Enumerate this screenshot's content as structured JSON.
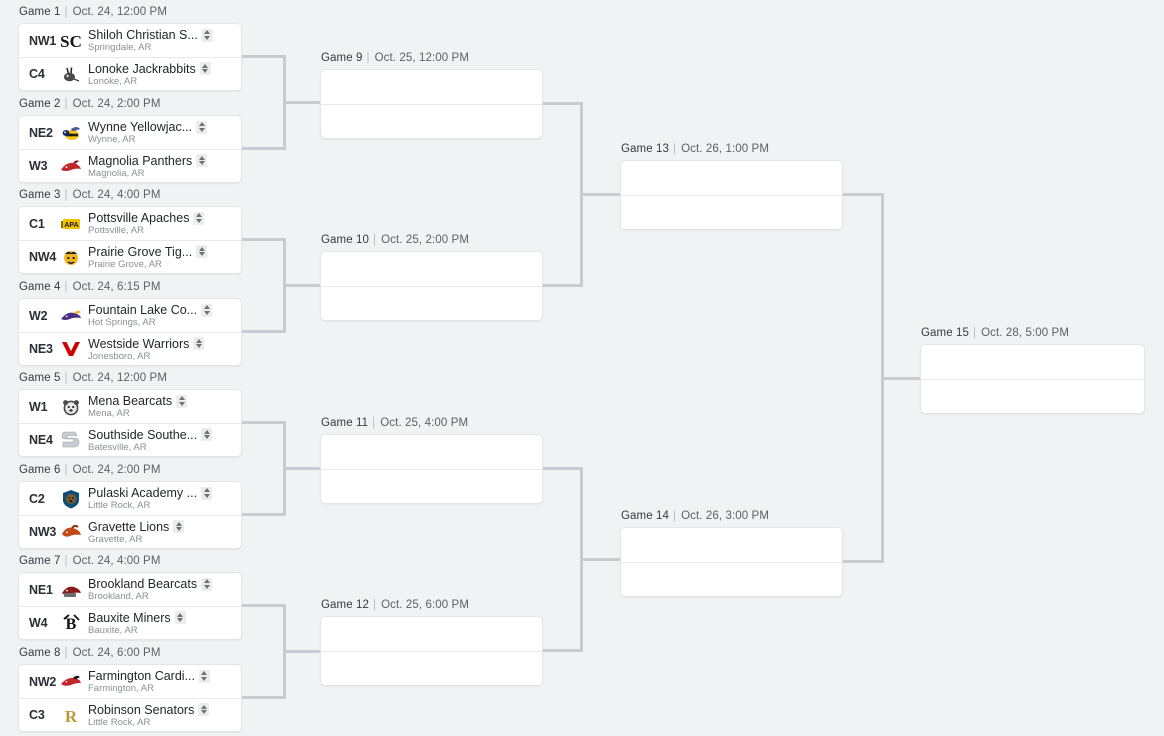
{
  "theme": {
    "page_background": "#f1f2f4",
    "card_background": "#ffffff",
    "card_border": "#e3e5e8",
    "connector_color": "#c8cbcf",
    "text_primary": "#1f2428",
    "text_muted": "#8b9095"
  },
  "icons": {
    "sort_arrows": "sort-updown-icon"
  },
  "rounds": [
    {
      "name": "round-1",
      "games": [
        {
          "id": "game-1",
          "label": "Game 1",
          "separator": "|",
          "datetime": "Oct. 24, 12:00 PM",
          "teams": [
            {
              "seed": "NW1",
              "name": "Shiloh Christian S...",
              "location": "Springdale, AR",
              "logo": "shiloh-christian-saints-logo"
            },
            {
              "seed": "C4",
              "name": "Lonoke Jackrabbits",
              "location": "Lonoke, AR",
              "logo": "lonoke-jackrabbits-logo"
            }
          ]
        },
        {
          "id": "game-2",
          "label": "Game 2",
          "separator": "|",
          "datetime": "Oct. 24, 2:00 PM",
          "teams": [
            {
              "seed": "NE2",
              "name": "Wynne Yellowjac...",
              "location": "Wynne, AR",
              "logo": "wynne-yellowjackets-logo"
            },
            {
              "seed": "W3",
              "name": "Magnolia Panthers",
              "location": "Magnolia, AR",
              "logo": "magnolia-panthers-logo"
            }
          ]
        },
        {
          "id": "game-3",
          "label": "Game 3",
          "separator": "|",
          "datetime": "Oct. 24, 4:00 PM",
          "teams": [
            {
              "seed": "C1",
              "name": "Pottsville Apaches",
              "location": "Pottsville, AR",
              "logo": "pottsville-apaches-logo"
            },
            {
              "seed": "NW4",
              "name": "Prairie Grove Tig...",
              "location": "Prairie Grove, AR",
              "logo": "prairie-grove-tigers-logo"
            }
          ]
        },
        {
          "id": "game-4",
          "label": "Game 4",
          "separator": "|",
          "datetime": "Oct. 24, 6:15 PM",
          "teams": [
            {
              "seed": "W2",
              "name": "Fountain Lake Co...",
              "location": "Hot Springs, AR",
              "logo": "fountain-lake-cobras-logo"
            },
            {
              "seed": "NE3",
              "name": "Westside Warriors",
              "location": "Jonesboro, AR",
              "logo": "westside-warriors-logo"
            }
          ]
        },
        {
          "id": "game-5",
          "label": "Game 5",
          "separator": "|",
          "datetime": "Oct. 24, 12:00 PM",
          "teams": [
            {
              "seed": "W1",
              "name": "Mena Bearcats",
              "location": "Mena, AR",
              "logo": "mena-bearcats-logo"
            },
            {
              "seed": "NE4",
              "name": "Southside Southe...",
              "location": "Batesville, AR",
              "logo": "southside-southerners-logo"
            }
          ]
        },
        {
          "id": "game-6",
          "label": "Game 6",
          "separator": "|",
          "datetime": "Oct. 24, 2:00 PM",
          "teams": [
            {
              "seed": "C2",
              "name": "Pulaski Academy ...",
              "location": "Little Rock, AR",
              "logo": "pulaski-academy-bruins-logo"
            },
            {
              "seed": "NW3",
              "name": "Gravette Lions",
              "location": "Gravette, AR",
              "logo": "gravette-lions-logo"
            }
          ]
        },
        {
          "id": "game-7",
          "label": "Game 7",
          "separator": "|",
          "datetime": "Oct. 24, 4:00 PM",
          "teams": [
            {
              "seed": "NE1",
              "name": "Brookland Bearcats",
              "location": "Brookland, AR",
              "logo": "brookland-bearcats-logo"
            },
            {
              "seed": "W4",
              "name": "Bauxite Miners",
              "location": "Bauxite, AR",
              "logo": "bauxite-miners-logo"
            }
          ]
        },
        {
          "id": "game-8",
          "label": "Game 8",
          "separator": "|",
          "datetime": "Oct. 24, 6:00 PM",
          "teams": [
            {
              "seed": "NW2",
              "name": "Farmington Cardi...",
              "location": "Farmington, AR",
              "logo": "farmington-cardinals-logo"
            },
            {
              "seed": "C3",
              "name": "Robinson Senators",
              "location": "Little Rock, AR",
              "logo": "robinson-senators-logo"
            }
          ]
        }
      ]
    },
    {
      "name": "round-2",
      "games": [
        {
          "id": "game-9",
          "label": "Game 9",
          "separator": "|",
          "datetime": "Oct. 25, 12:00 PM",
          "teams": []
        },
        {
          "id": "game-10",
          "label": "Game 10",
          "separator": "|",
          "datetime": "Oct. 25, 2:00 PM",
          "teams": []
        },
        {
          "id": "game-11",
          "label": "Game 11",
          "separator": "|",
          "datetime": "Oct. 25, 4:00 PM",
          "teams": []
        },
        {
          "id": "game-12",
          "label": "Game 12",
          "separator": "|",
          "datetime": "Oct. 25, 6:00 PM",
          "teams": []
        }
      ]
    },
    {
      "name": "round-3",
      "games": [
        {
          "id": "game-13",
          "label": "Game 13",
          "separator": "|",
          "datetime": "Oct. 26, 1:00 PM",
          "teams": []
        },
        {
          "id": "game-14",
          "label": "Game 14",
          "separator": "|",
          "datetime": "Oct. 26, 3:00 PM",
          "teams": []
        }
      ]
    },
    {
      "name": "round-4",
      "games": [
        {
          "id": "game-15",
          "label": "Game 15",
          "separator": "|",
          "datetime": "Oct. 28, 5:00 PM",
          "teams": []
        }
      ]
    }
  ]
}
